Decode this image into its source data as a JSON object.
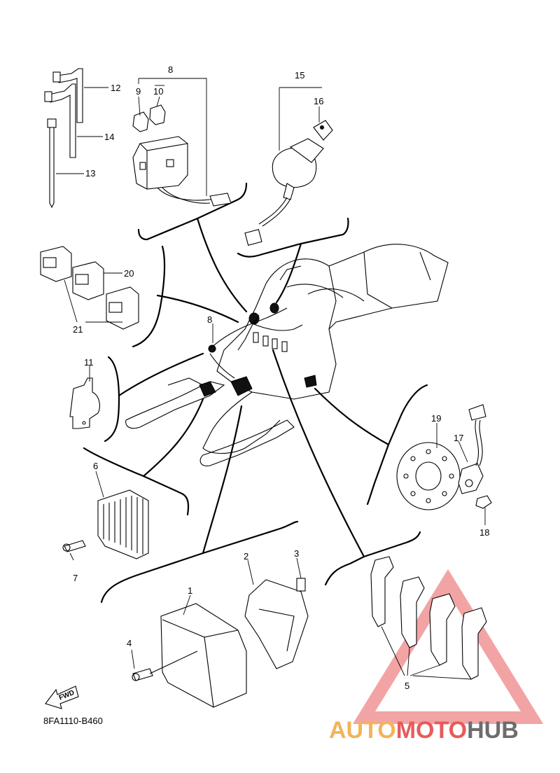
{
  "diagram": {
    "code": "8FA1110-B460",
    "fwd_label": "FWD",
    "callouts": [
      "1",
      "2",
      "3",
      "4",
      "5",
      "6",
      "7",
      "8",
      "8",
      "9",
      "10",
      "11",
      "12",
      "13",
      "14",
      "15",
      "16",
      "17",
      "18",
      "19",
      "20",
      "21"
    ]
  },
  "watermark": {
    "part1": "AUTO",
    "part2": "MOTO",
    "part3": "HUB",
    "color_orange": "#f3b35a",
    "color_red": "#e85a5a",
    "color_gray": "#6d6d6d"
  }
}
